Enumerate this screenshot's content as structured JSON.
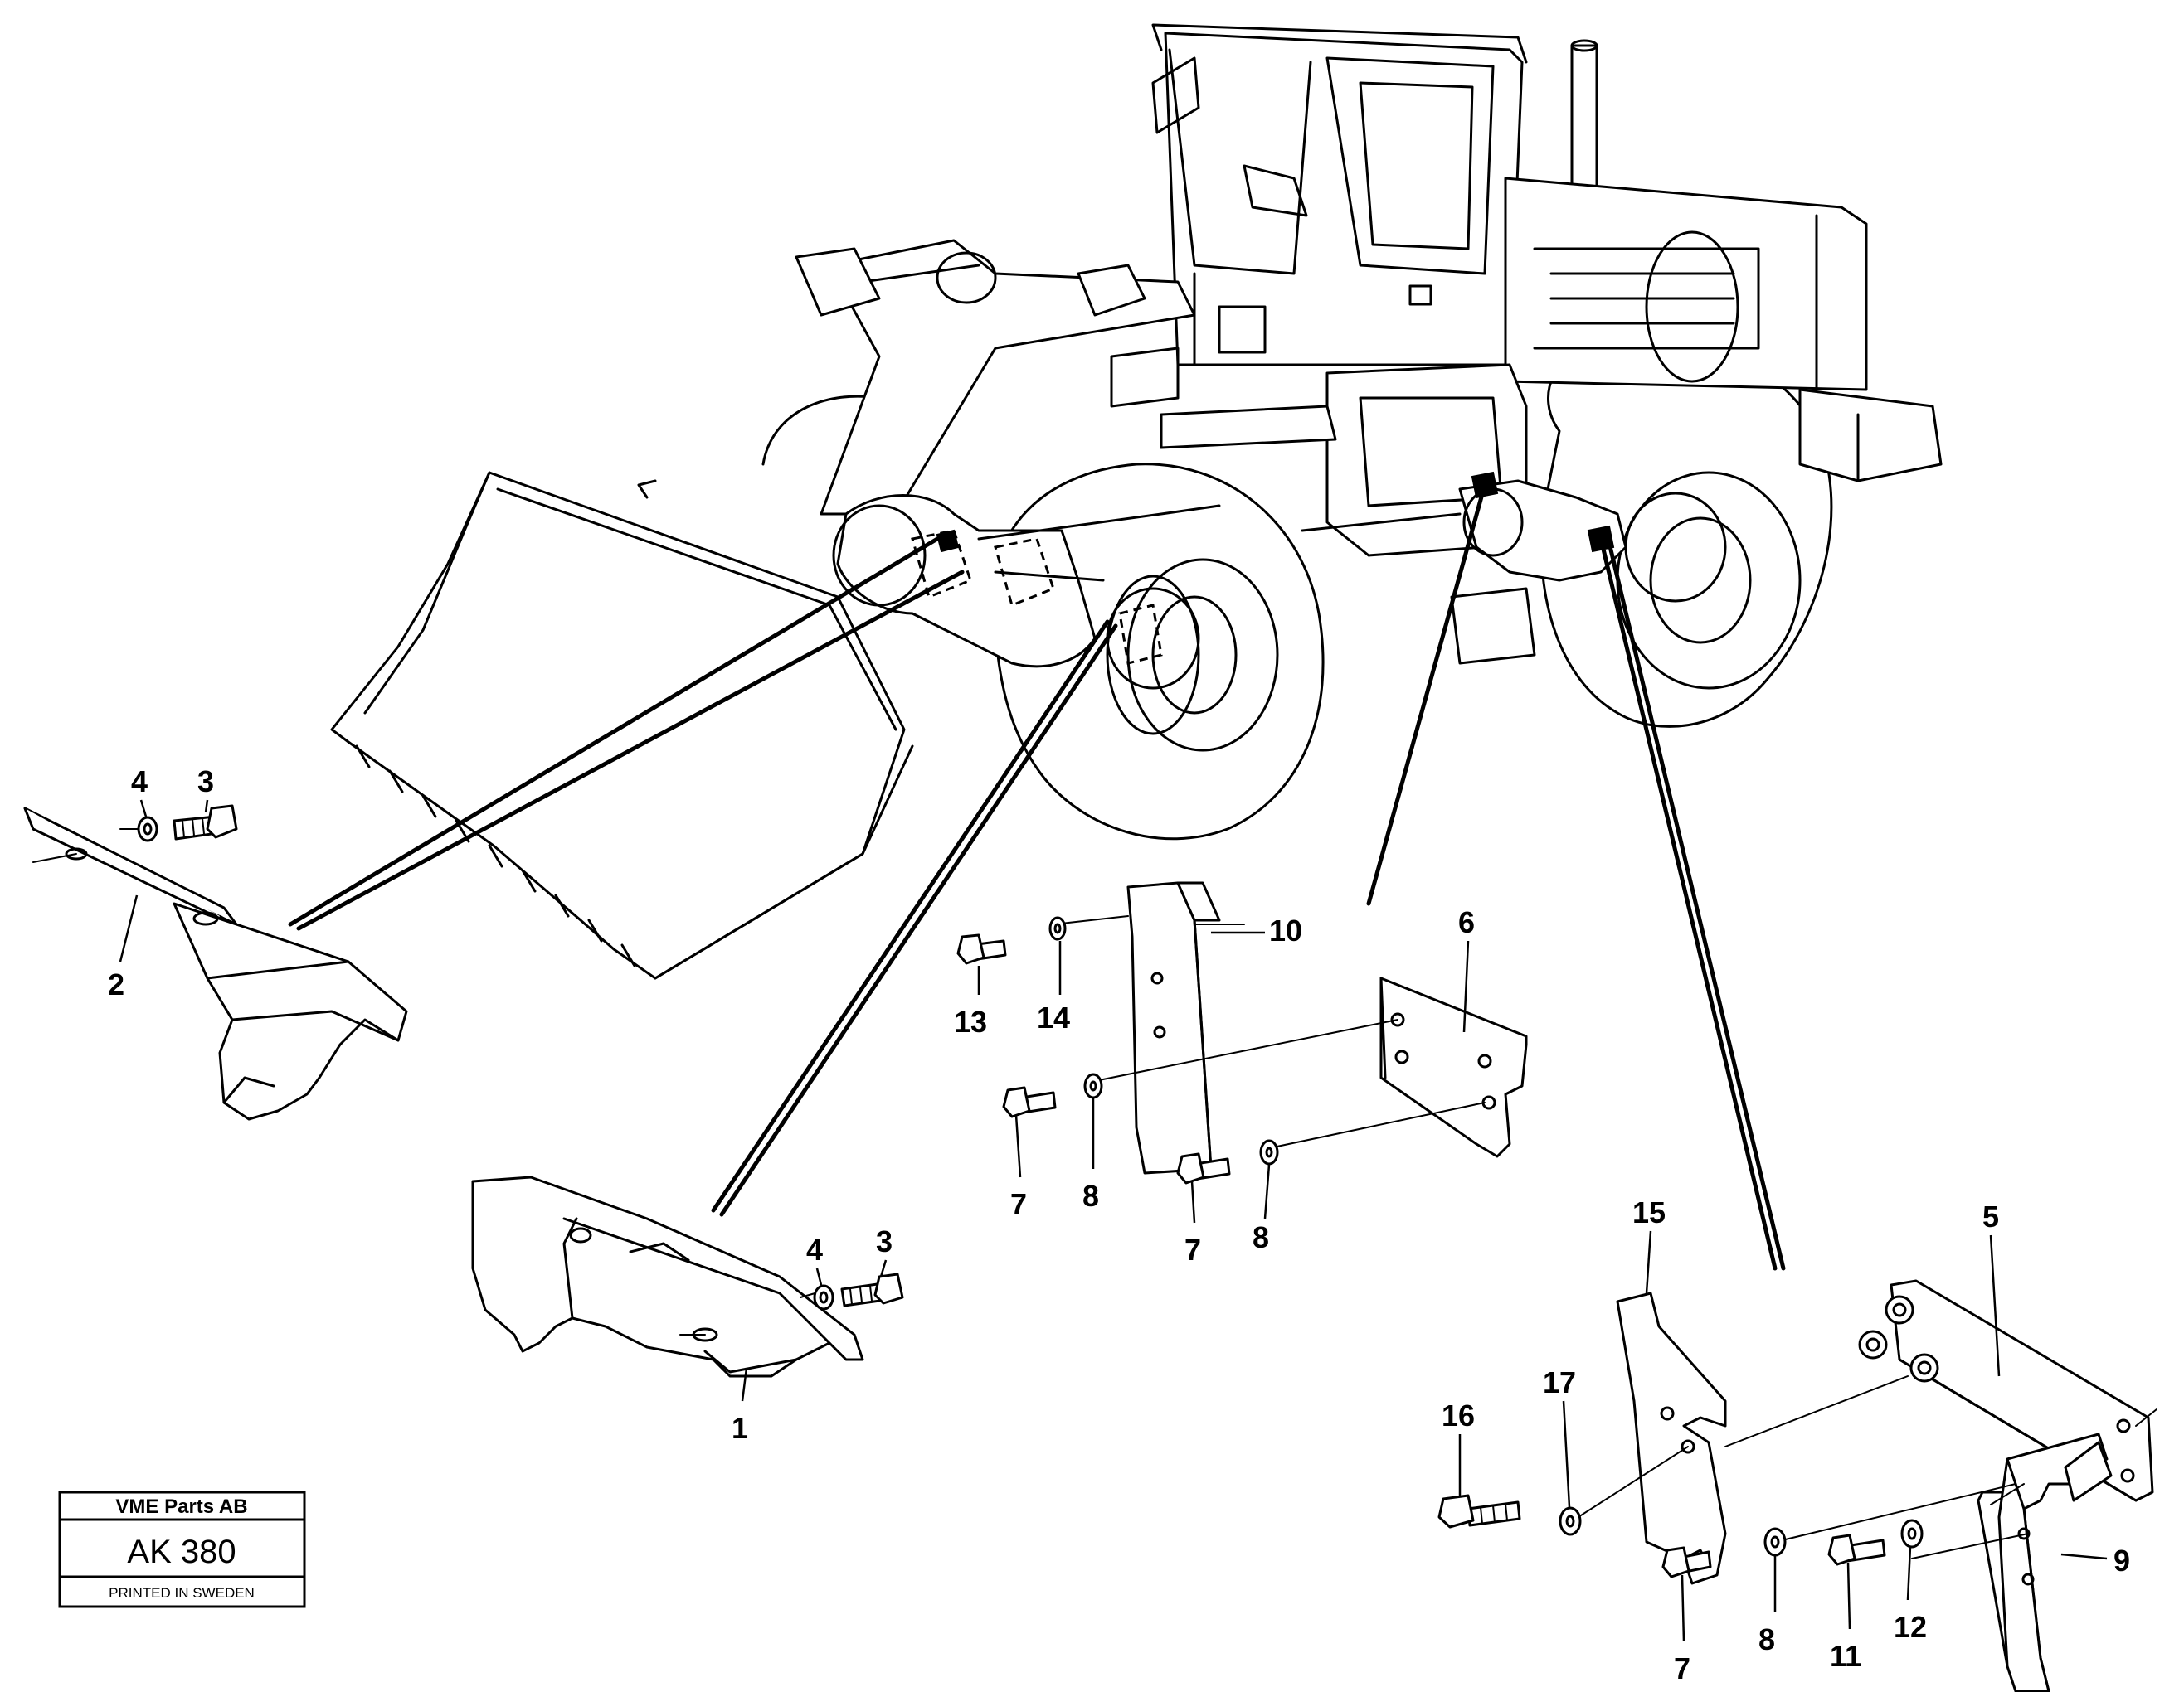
{
  "stamp": {
    "company": "VME Parts AB",
    "code": "AK 380",
    "printed": "PRINTED IN SWEDEN"
  },
  "callouts": {
    "c1": "1",
    "c2": "2",
    "c3a": "3",
    "c3b": "3",
    "c4a": "4",
    "c4b": "4",
    "c5": "5",
    "c6": "6",
    "c7a": "7",
    "c7b": "7",
    "c7c": "7",
    "c8a": "8",
    "c8b": "8",
    "c8c": "8",
    "c9": "9",
    "c10": "10",
    "c11": "11",
    "c12": "12",
    "c13": "13",
    "c14": "14",
    "c15": "15",
    "c16": "16",
    "c17": "17"
  }
}
